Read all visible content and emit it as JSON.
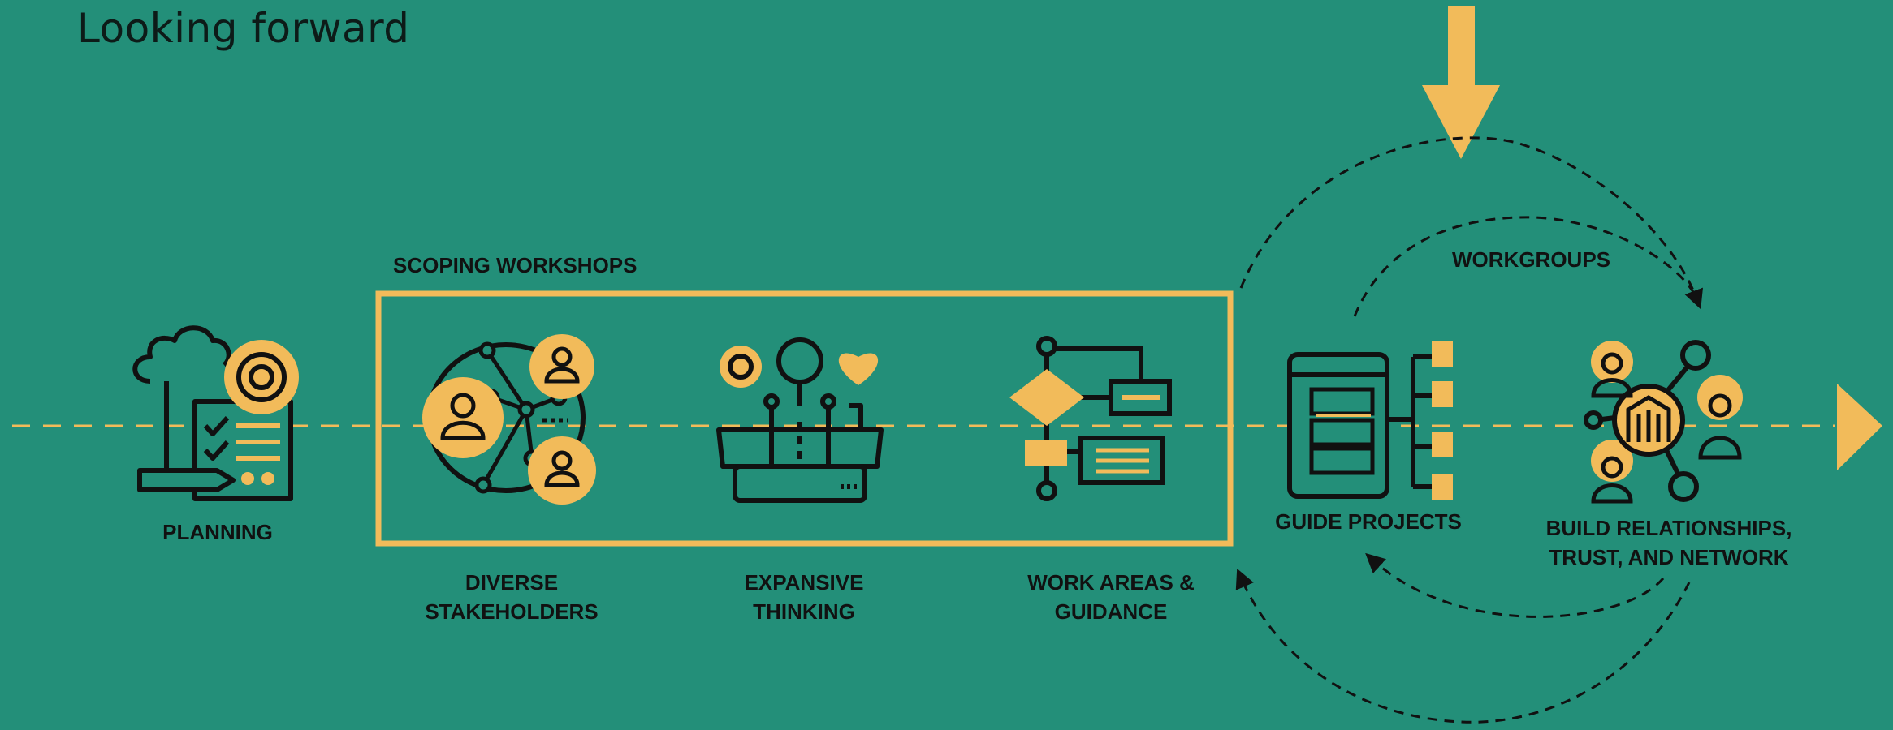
{
  "subtitle": "Looking forward",
  "labels": {
    "scoping": "SCOPING WORKSHOPS",
    "planning": "PLANNING",
    "stakeholders": "DIVERSE\nSTAKEHOLDERS",
    "thinking": "EXPANSIVE\nTHINKING",
    "work_areas": "WORK AREAS &\nGUIDANCE",
    "guide_projects": "GUIDE PROJECTS",
    "build": "BUILD RELATIONSHIPS,\nTRUST, AND NETWORK",
    "workgroups": "WORKGROUPS"
  },
  "colors": {
    "background": "#238f79",
    "accent": "#f2bb5a",
    "ink": "#111111"
  }
}
